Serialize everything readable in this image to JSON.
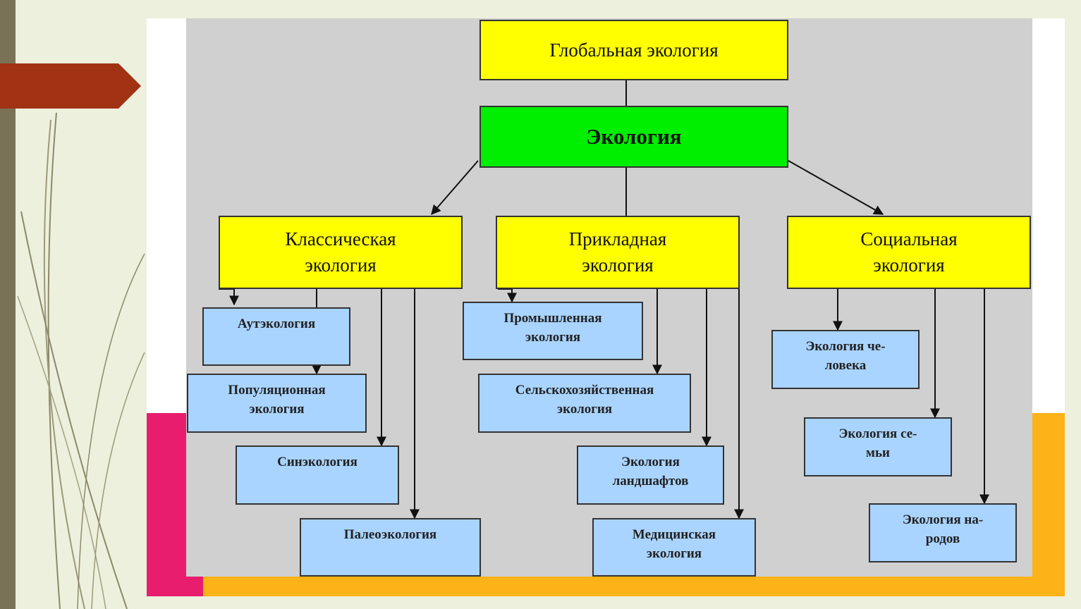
{
  "colors": {
    "top_box": "#ffff00",
    "center_box": "#00ee00",
    "category_box": "#ffff00",
    "leaf_box": "#a9d4ff",
    "arrow": "#111111"
  },
  "diagram": {
    "global": "Глобальная экология",
    "center": "Экология",
    "categories": [
      {
        "label": "Классическая\nэкология",
        "children": [
          "Аутэкология",
          "Популяционная\nэкология",
          "Синэкология",
          "Палеоэкология"
        ]
      },
      {
        "label": "Прикладная\nэкология",
        "children": [
          "Промышленная\nэкология",
          "Сельскохозяйственная\nэкология",
          "Экология\nландшафтов",
          "Медицинская\nэкология"
        ]
      },
      {
        "label": "Социальная\nэкология",
        "children": [
          "Экология че-\nловека",
          "Экология се-\nмьи",
          "Экология на-\nродов"
        ]
      }
    ]
  }
}
